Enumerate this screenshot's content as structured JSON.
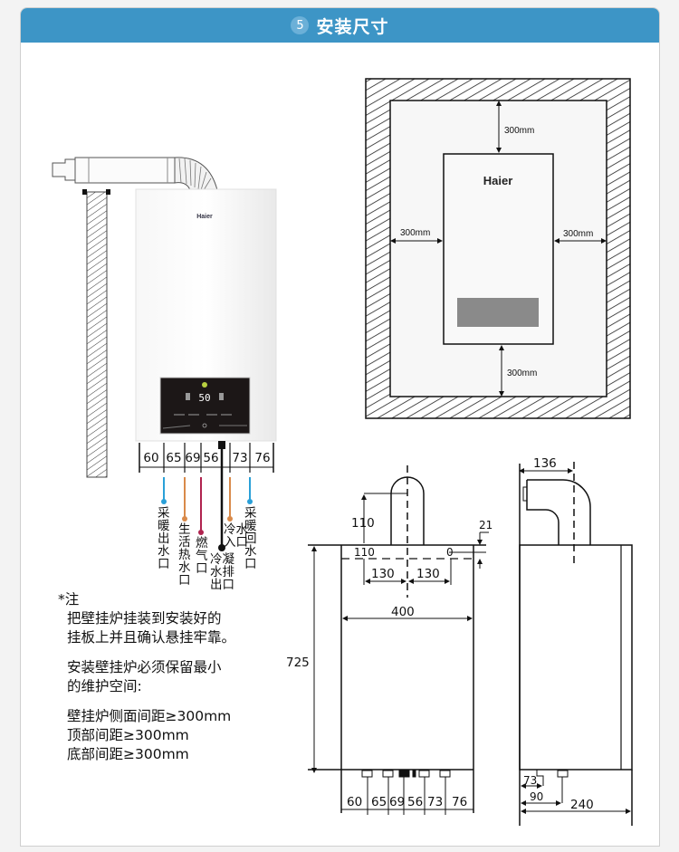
{
  "header": {
    "number": "5",
    "title": "安装尺寸"
  },
  "left_view": {
    "brand": "Haier",
    "display_value": "50",
    "spacing_labels": [
      "60",
      "65",
      "69",
      "56",
      "73",
      "76"
    ],
    "connections": [
      {
        "label": "采暖出水口",
        "color": "#2aa0d8"
      },
      {
        "label": "生活热水口",
        "color": "#d98a4a"
      },
      {
        "label": "燃气口",
        "color": "#b0234f"
      },
      {
        "label": "冷凝水排出口",
        "color": "#111111"
      },
      {
        "label": "冷水入口",
        "color": "#d98a4a"
      },
      {
        "label": "采暖回水口",
        "color": "#2aa0d8"
      }
    ]
  },
  "clearance_view": {
    "brand": "Haier",
    "top": "300mm",
    "left": "300mm",
    "right": "300mm",
    "bottom": "300mm"
  },
  "front_view": {
    "flue_height": "110",
    "flue_offset": "110",
    "top_offset": "21",
    "left_span": "130",
    "right_span": "130",
    "width": "400",
    "height": "725",
    "bottom_spacing": [
      "60",
      "65",
      "69",
      "56",
      "73",
      "76"
    ]
  },
  "side_view": {
    "flue_depth": "136",
    "pipe1": "73",
    "pipe2": "90",
    "depth": "240"
  },
  "notes": {
    "heading": "*注",
    "p1_line1": "把壁挂炉挂装到安装好的",
    "p1_line2": "挂板上并且确认悬挂牢靠。",
    "p2_line1": "安装壁挂炉必须保留最小",
    "p2_line2": "的维护空间:",
    "req1": "壁挂炉侧面间距≥300mm",
    "req2": "顶部间距≥300mm",
    "req3": "底部间距≥300mm"
  }
}
